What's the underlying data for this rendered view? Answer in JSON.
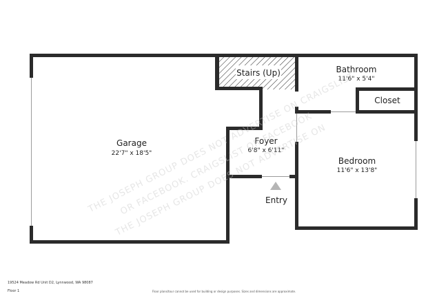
{
  "rooms": {
    "garage": {
      "name": "Garage",
      "dims": "22'7\" x 18'5\""
    },
    "stairs": {
      "name": "Stairs (Up)"
    },
    "bathroom": {
      "name": "Bathroom",
      "dims": "11'6\" x 5'4\""
    },
    "closet": {
      "name": "Closet"
    },
    "foyer": {
      "name": "Foyer",
      "dims": "6'8\" x 6'11\""
    },
    "bedroom": {
      "name": "Bedroom",
      "dims": "11'6\" x 13'8\""
    }
  },
  "entry": {
    "label": "Entry"
  },
  "watermark": {
    "line1": "THE JOSEPH GROUP DOES NOT ADVERTISE ON CRAIGSLIST",
    "line2": "OR FACEBOOK. CRAIGSLIST OR FACEBOOK",
    "line3": "THE JOSEPH GROUP DOES NOT ADVERTISE ON"
  },
  "footer": {
    "address": "19524 Meadow Rd Unit D2, Lynnwood, WA 98087",
    "floor": "Floor 1",
    "disclaimer": "Floor plans/tour cannot be used for building or design purposes. Sizes and dimensions are approximate."
  },
  "colors": {
    "wall": "#2b2b2b",
    "background": "#ffffff",
    "entry_marker": "#b5b5b5"
  }
}
